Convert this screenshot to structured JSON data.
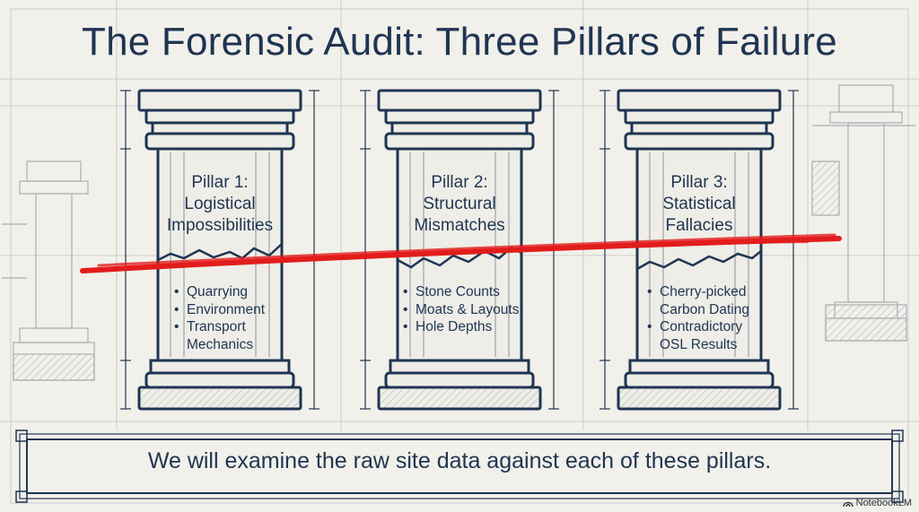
{
  "title": "The Forensic Audit: Three Pillars of Failure",
  "pillars": [
    {
      "title_lines": [
        "Pillar 1:",
        "Logistical",
        "Impossibilities"
      ],
      "bullets": [
        "Quarrying",
        "Environment",
        "Transport",
        "Mechanics"
      ]
    },
    {
      "title_lines": [
        "Pillar 2:",
        "Structural",
        "Mismatches"
      ],
      "bullets": [
        "Stone Counts",
        "Moats & Layouts",
        "Hole Depths"
      ]
    },
    {
      "title_lines": [
        "Pillar 3:",
        "Statistical",
        "Fallacies"
      ],
      "bullets": [
        "Cherry-picked",
        "Carbon Dating",
        "Contradictory",
        "OSL Results"
      ]
    }
  ],
  "banner": "We will examine the raw site data against each of these pillars.",
  "brand": "NotebookLM",
  "colors": {
    "ink": "#1f3552",
    "background": "#f2f0ea",
    "sketch_lines": "#b9bcc0",
    "red_strike": "#e21d1d"
  }
}
